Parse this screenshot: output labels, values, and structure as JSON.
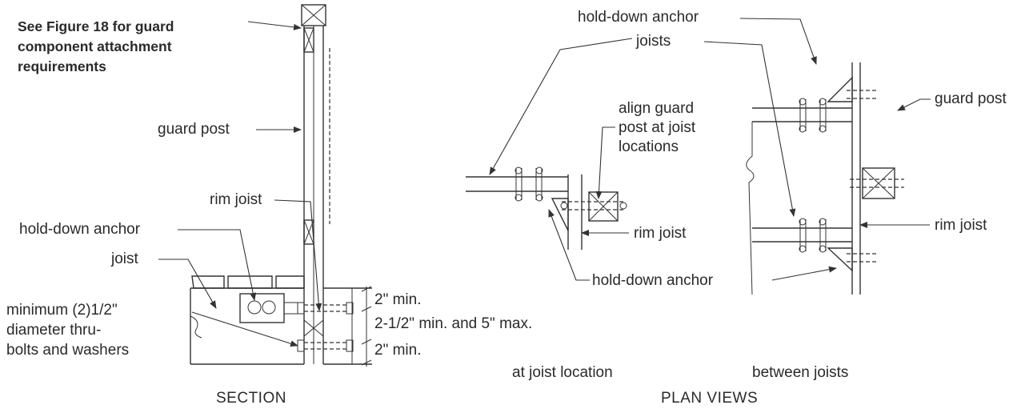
{
  "section": {
    "note_line1": "See Figure 18 for guard",
    "note_line2": "component attachment",
    "note_line3": "requirements",
    "guard_post": "guard post",
    "rim_joist": "rim joist",
    "hold_down_anchor": "hold-down anchor",
    "joist": "joist",
    "bolts_line1": "minimum (2)1/2\"",
    "bolts_line2": "diameter thru-",
    "bolts_line3": "bolts and washers",
    "dim_top": "2\" min.",
    "dim_middle": "2-1/2\" min. and 5\" max.",
    "dim_bottom": "2\" min.",
    "caption": "SECTION"
  },
  "plan": {
    "hold_down_anchor_top": "hold-down anchor",
    "joists": "joists",
    "guard_post": "guard post",
    "align_line1": "align guard",
    "align_line2": "post at joist",
    "align_line3": "locations",
    "rim_joist_left": "rim joist",
    "rim_joist_right": "rim joist",
    "hold_down_anchor_bottom": "hold-down anchor",
    "sub_left": "at joist location",
    "sub_right": "between joists",
    "caption": "PLAN VIEWS"
  }
}
